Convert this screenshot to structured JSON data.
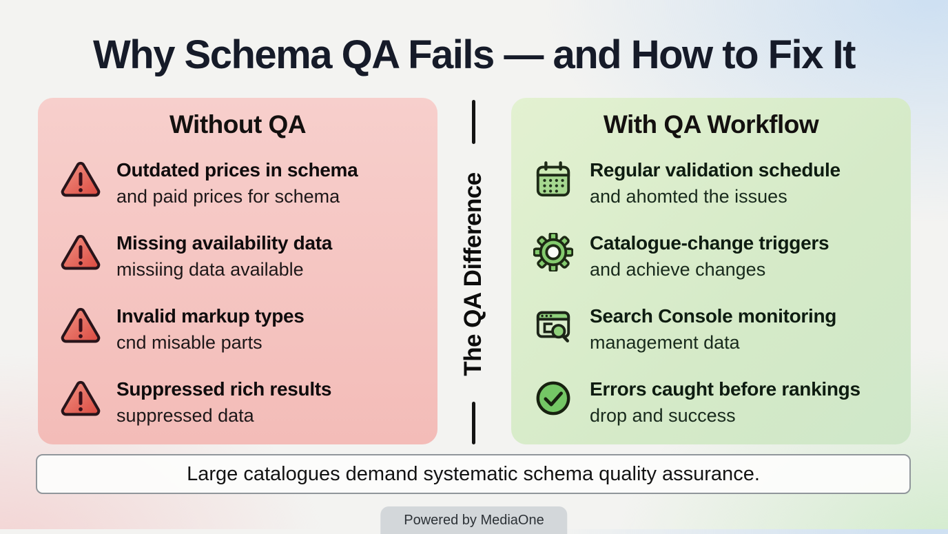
{
  "title": "Why Schema QA Fails — and How to Fix It",
  "divider": {
    "label": "The QA Difference"
  },
  "left_panel": {
    "title": "Without QA",
    "items": [
      {
        "icon": "warning-triangle-icon",
        "heading": "Outdated prices in schema",
        "subtext": "and paid prices for schema"
      },
      {
        "icon": "warning-triangle-icon",
        "heading": "Missing availability data",
        "subtext": "missiing data available"
      },
      {
        "icon": "warning-triangle-icon",
        "heading": "Invalid markup types",
        "subtext": "cnd misable parts"
      },
      {
        "icon": "warning-triangle-icon",
        "heading": "Suppressed rich results",
        "subtext": "suppressed data"
      }
    ]
  },
  "right_panel": {
    "title": "With QA Workflow",
    "items": [
      {
        "icon": "calendar-icon",
        "heading": "Regular validation schedule",
        "subtext": "and ahomted the issues"
      },
      {
        "icon": "gear-icon",
        "heading": "Catalogue-change triggers",
        "subtext": "and achieve changes"
      },
      {
        "icon": "search-console-icon",
        "heading": "Search Console monitoring",
        "subtext": "management data"
      },
      {
        "icon": "check-circle-icon",
        "heading": "Errors caught before rankings",
        "subtext": "drop and success"
      }
    ]
  },
  "footer": {
    "banner": "Large catalogues demand systematic schema quality assurance.",
    "credit": "Powered by MediaOne"
  },
  "colors": {
    "title_text": "#161b29",
    "left_panel_bg": "#f4c1bd",
    "right_panel_bg": "#d9ecca",
    "warning_red": "#e2564c",
    "success_green": "#77c768",
    "icon_outline": "#21190f",
    "banner_bg": "#fdfdfc",
    "credit_bg": "#d3d7da"
  }
}
